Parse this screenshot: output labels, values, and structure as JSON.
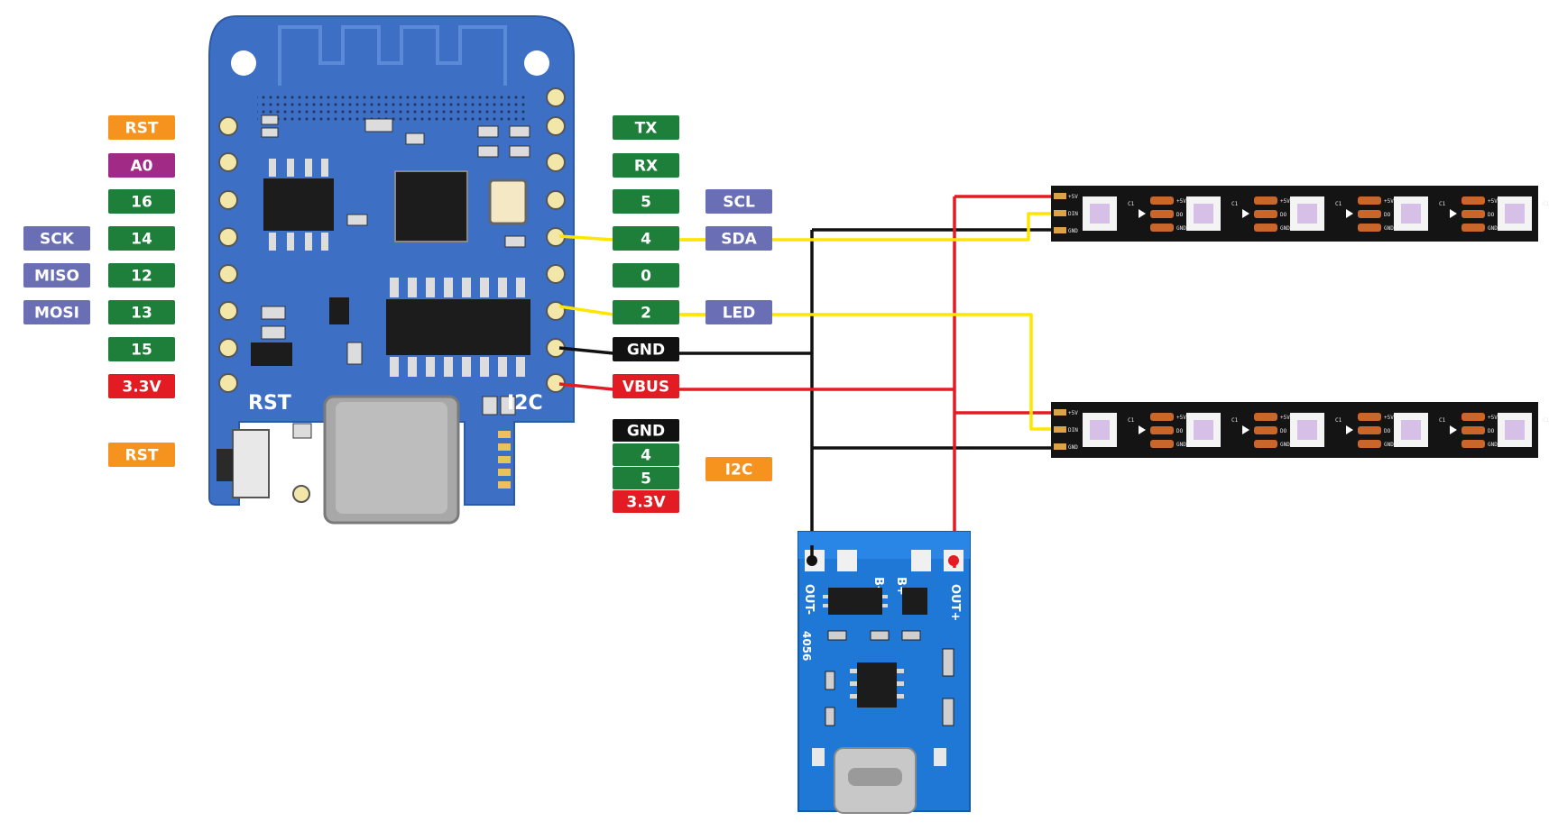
{
  "board": {
    "silk_rst": "RST",
    "silk_i2c": "I2C"
  },
  "left_pins": [
    {
      "label": "RST",
      "color": "#f5931e"
    },
    {
      "label": "A0",
      "color": "#a02a85"
    },
    {
      "label": "16",
      "color": "#1e7f3b"
    },
    {
      "label": "14",
      "color": "#1e7f3b"
    },
    {
      "label": "12",
      "color": "#1e7f3b"
    },
    {
      "label": "13",
      "color": "#1e7f3b"
    },
    {
      "label": "15",
      "color": "#1e7f3b"
    },
    {
      "label": "3.3V",
      "color": "#e31b23"
    },
    {
      "label": "RST",
      "color": "#f5931e"
    }
  ],
  "spi_labels": [
    {
      "label": "SCK",
      "color": "#6a6fb5"
    },
    {
      "label": "MISO",
      "color": "#6a6fb5"
    },
    {
      "label": "MOSI",
      "color": "#6a6fb5"
    }
  ],
  "right_pins": [
    {
      "label": "TX",
      "color": "#1e7f3b"
    },
    {
      "label": "RX",
      "color": "#1e7f3b"
    },
    {
      "label": "5",
      "color": "#1e7f3b"
    },
    {
      "label": "4",
      "color": "#1e7f3b"
    },
    {
      "label": "0",
      "color": "#1e7f3b"
    },
    {
      "label": "2",
      "color": "#1e7f3b"
    },
    {
      "label": "GND",
      "color": "#111111"
    },
    {
      "label": "VBUS",
      "color": "#e31b23"
    }
  ],
  "alt_labels": [
    {
      "label": "SCL",
      "color": "#6a6fb5"
    },
    {
      "label": "SDA",
      "color": "#6a6fb5"
    },
    {
      "label": "LED",
      "color": "#6a6fb5"
    }
  ],
  "i2c_pins": [
    {
      "label": "GND",
      "color": "#111111"
    },
    {
      "label": "4",
      "color": "#1e7f3b"
    },
    {
      "label": "5",
      "color": "#1e7f3b"
    },
    {
      "label": "3.3V",
      "color": "#e31b23"
    }
  ],
  "i2c_label": {
    "label": "I2C",
    "color": "#f5931e"
  },
  "charger": {
    "out_minus": "OUT-",
    "out_plus": "OUT+",
    "b_minus": "B-",
    "b_plus": "B+",
    "ic_code": "4056"
  },
  "strip": {
    "pad_labels": [
      "+5V",
      "DIN",
      "GND"
    ],
    "pad_labels_out": [
      "+5V",
      "DO",
      "GND"
    ],
    "cap_label": "C1"
  },
  "wire_colors": {
    "power": "#e31b23",
    "ground": "#111111",
    "data": "#ffe600"
  }
}
